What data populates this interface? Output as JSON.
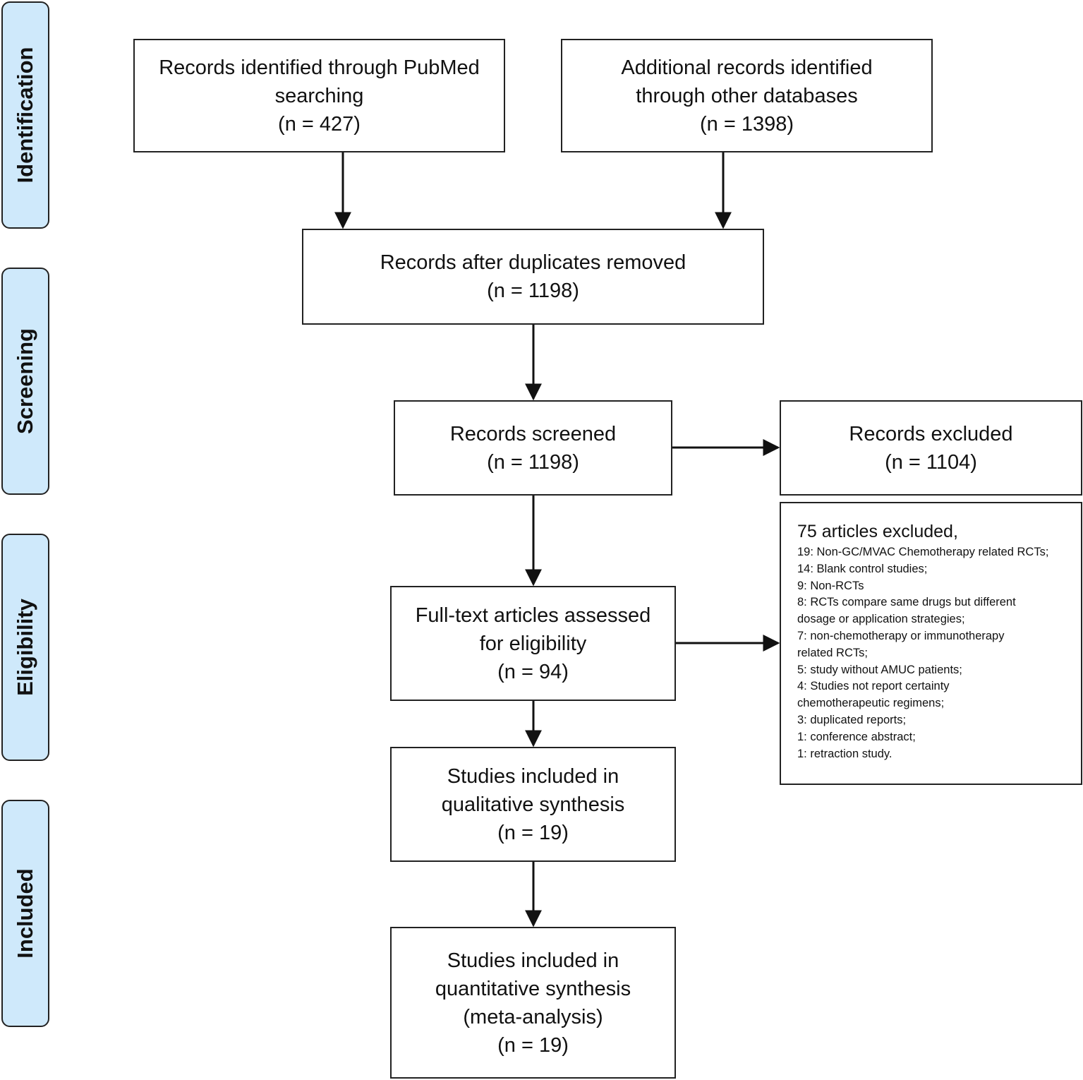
{
  "phases": [
    {
      "label": "Identification"
    },
    {
      "label": "Screening"
    },
    {
      "label": "Eligibility"
    },
    {
      "label": "Included"
    }
  ],
  "boxes": {
    "pubmed": {
      "lines": [
        "Records identified through PubMed",
        "searching",
        "(n = 427)"
      ]
    },
    "other_db": {
      "lines": [
        "Additional records identified",
        "through other databases",
        "(n = 1398)"
      ]
    },
    "dedup": {
      "lines": [
        "Records after duplicates removed",
        "(n = 1198)"
      ]
    },
    "screened": {
      "lines": [
        "Records screened",
        "(n = 1198)"
      ]
    },
    "excluded": {
      "lines": [
        "Records excluded",
        "(n = 1104)"
      ]
    },
    "fulltext": {
      "lines": [
        "Full-text articles assessed",
        "for eligibility",
        "(n = 94)"
      ]
    },
    "qualitative": {
      "lines": [
        "Studies included in",
        "qualitative synthesis",
        "(n = 19)"
      ]
    },
    "quantitative": {
      "lines": [
        "Studies included in",
        "quantitative synthesis",
        "(meta-analysis)",
        "(n = 19)"
      ]
    }
  },
  "articles_excluded": {
    "heading": "75 articles excluded,",
    "items": [
      "19: Non-GC/MVAC Chemotherapy related RCTs;",
      "14: Blank control studies;",
      "9: Non-RCTs",
      "8: RCTs compare same drugs but different",
      "dosage or application strategies;",
      "7: non-chemotherapy or immunotherapy",
      "related RCTs;",
      "5: study without AMUC patients;",
      "4: Studies not report certainty",
      "chemotherapeutic regimens;",
      "3: duplicated reports;",
      "1: conference abstract;",
      "1: retraction study."
    ]
  },
  "colors": {
    "phase_fill": "#cfe9fb",
    "border": "#222222"
  }
}
